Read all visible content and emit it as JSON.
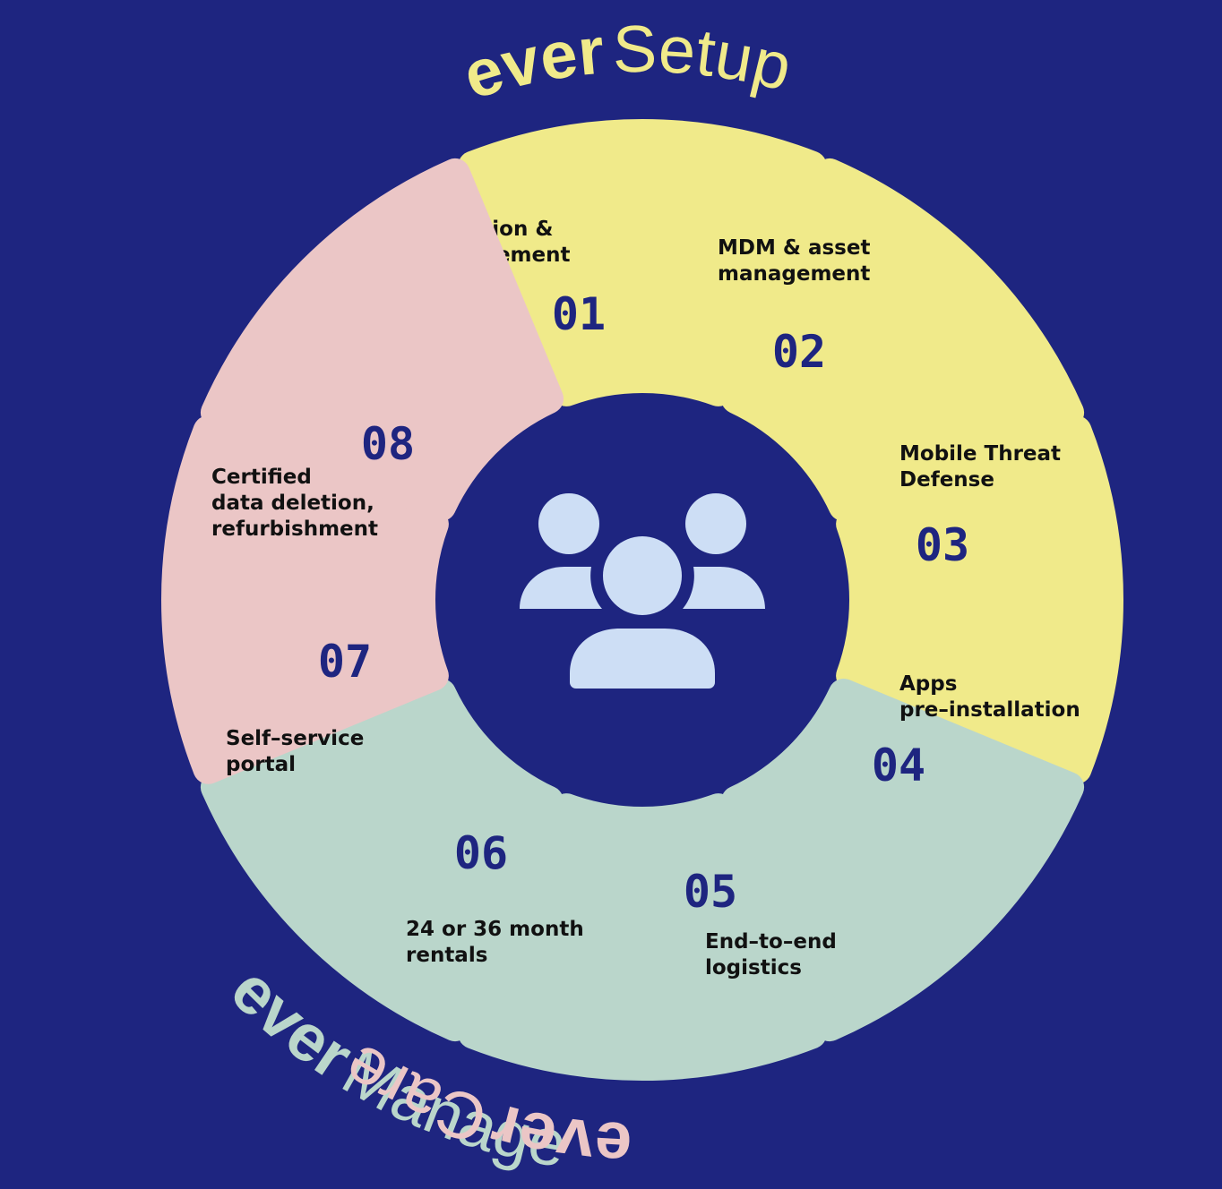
{
  "colors": {
    "background": "#1e2580",
    "setup": "#f0ea8a",
    "manage": "#bad6cb",
    "care": "#ebc6c6",
    "number": "#1e2580",
    "label": "#111111",
    "icon": "#cddef5"
  },
  "center_icon": "users-group-icon",
  "groups": [
    {
      "id": "setup",
      "prefix": "ever",
      "name": "Setup",
      "color_key": "setup"
    },
    {
      "id": "manage",
      "prefix": "ever",
      "name": "Manage",
      "color_key": "manage"
    },
    {
      "id": "care",
      "prefix": "ever",
      "name": "Care",
      "color_key": "care"
    }
  ],
  "segments": [
    {
      "number": "01",
      "lines": [
        "Selection &",
        "procurement"
      ],
      "group": "setup"
    },
    {
      "number": "02",
      "lines": [
        "MDM & asset",
        "management"
      ],
      "group": "setup"
    },
    {
      "number": "03",
      "lines": [
        "Mobile Threat",
        "Defense"
      ],
      "group": "setup"
    },
    {
      "number": "04",
      "lines": [
        "Apps",
        "pre–installation"
      ],
      "group": "manage"
    },
    {
      "number": "05",
      "lines": [
        "End–to–end",
        "logistics"
      ],
      "group": "manage"
    },
    {
      "number": "06",
      "lines": [
        "24 or 36 month",
        "rentals"
      ],
      "group": "manage"
    },
    {
      "number": "07",
      "lines": [
        "Self–service",
        "portal"
      ],
      "group": "care"
    },
    {
      "number": "08",
      "lines": [
        "Certified",
        "data deletion,",
        "refurbishment"
      ],
      "group": "care"
    }
  ]
}
